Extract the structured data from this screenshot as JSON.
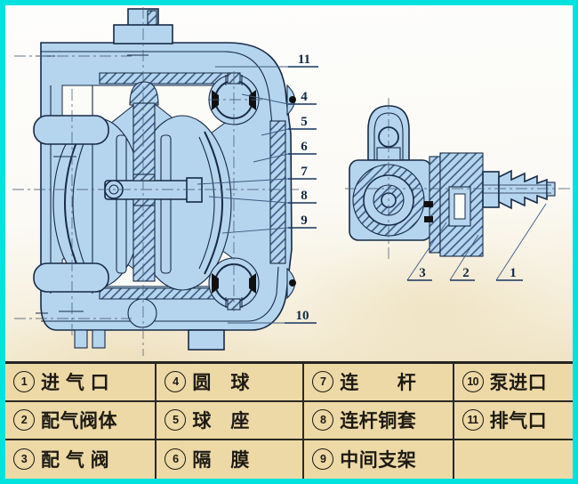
{
  "window": {
    "frame_color": "#00e2de",
    "drawing_bg": "#fbfaf5",
    "table_bg": "#edd9a6"
  },
  "diagram": {
    "type": "pneumatic diaphragm pump cross-section, front view and side view",
    "fill_blue": "#b5d5ee",
    "line_color": "#182a44",
    "seal_color": "#101010",
    "callouts": {
      "left": [
        "11",
        "4",
        "5",
        "6",
        "7",
        "8",
        "9",
        "10"
      ],
      "right": [
        "3",
        "2",
        "1"
      ]
    }
  },
  "legend": {
    "rows": [
      [
        {
          "num": "1",
          "label": "进 气 口"
        },
        {
          "num": "4",
          "label": "圆　球"
        },
        {
          "num": "7",
          "label": "连　　杆"
        },
        {
          "num": "10",
          "label": "泵进口"
        }
      ],
      [
        {
          "num": "2",
          "label": "配气阀体"
        },
        {
          "num": "5",
          "label": "球　座"
        },
        {
          "num": "8",
          "label": "连杆铜套"
        },
        {
          "num": "11",
          "label": "排气口"
        }
      ],
      [
        {
          "num": "3",
          "label": "配 气 阀"
        },
        {
          "num": "6",
          "label": "隔　膜"
        },
        {
          "num": "9",
          "label": "中间支架"
        }
      ]
    ]
  }
}
